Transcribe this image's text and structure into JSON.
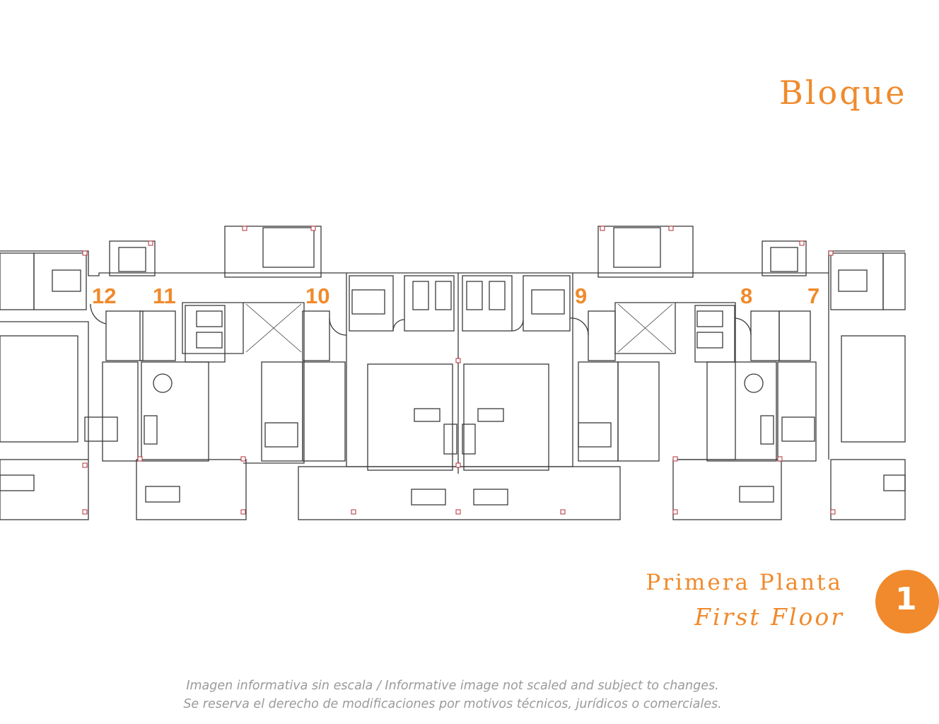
{
  "theme": {
    "accent": "#f08a2c",
    "line": "#3a3a3a"
  },
  "title": "Bloque",
  "units": [
    "12",
    "11",
    "10",
    "9",
    "8",
    "7"
  ],
  "floor": {
    "spanish": "Primera Planta",
    "english": "First Floor",
    "badge": "1"
  },
  "disclaimer": {
    "line1": "Imagen informativa sin escala /  Informative image not scaled and subject to changes.",
    "line2": "Se reserva el derecho de modificaciones por motivos técnicos, jurídicos o comerciales."
  }
}
